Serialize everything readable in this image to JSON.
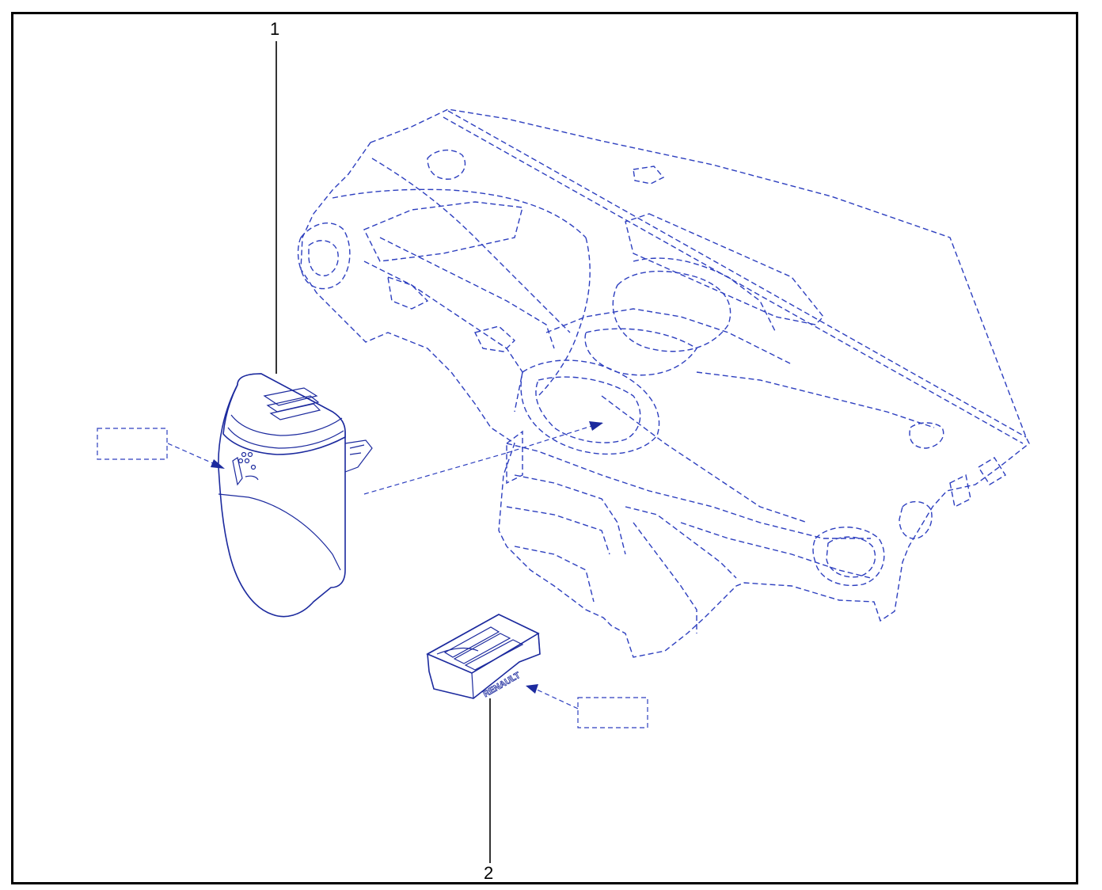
{
  "callouts": {
    "item_1": "1",
    "item_2": "2"
  },
  "vent_logo_text": "RENAULT",
  "colors": {
    "line": "#1c2a9e",
    "dashed": "#2d3fbf",
    "frame": "#000000",
    "background": "#ffffff"
  }
}
